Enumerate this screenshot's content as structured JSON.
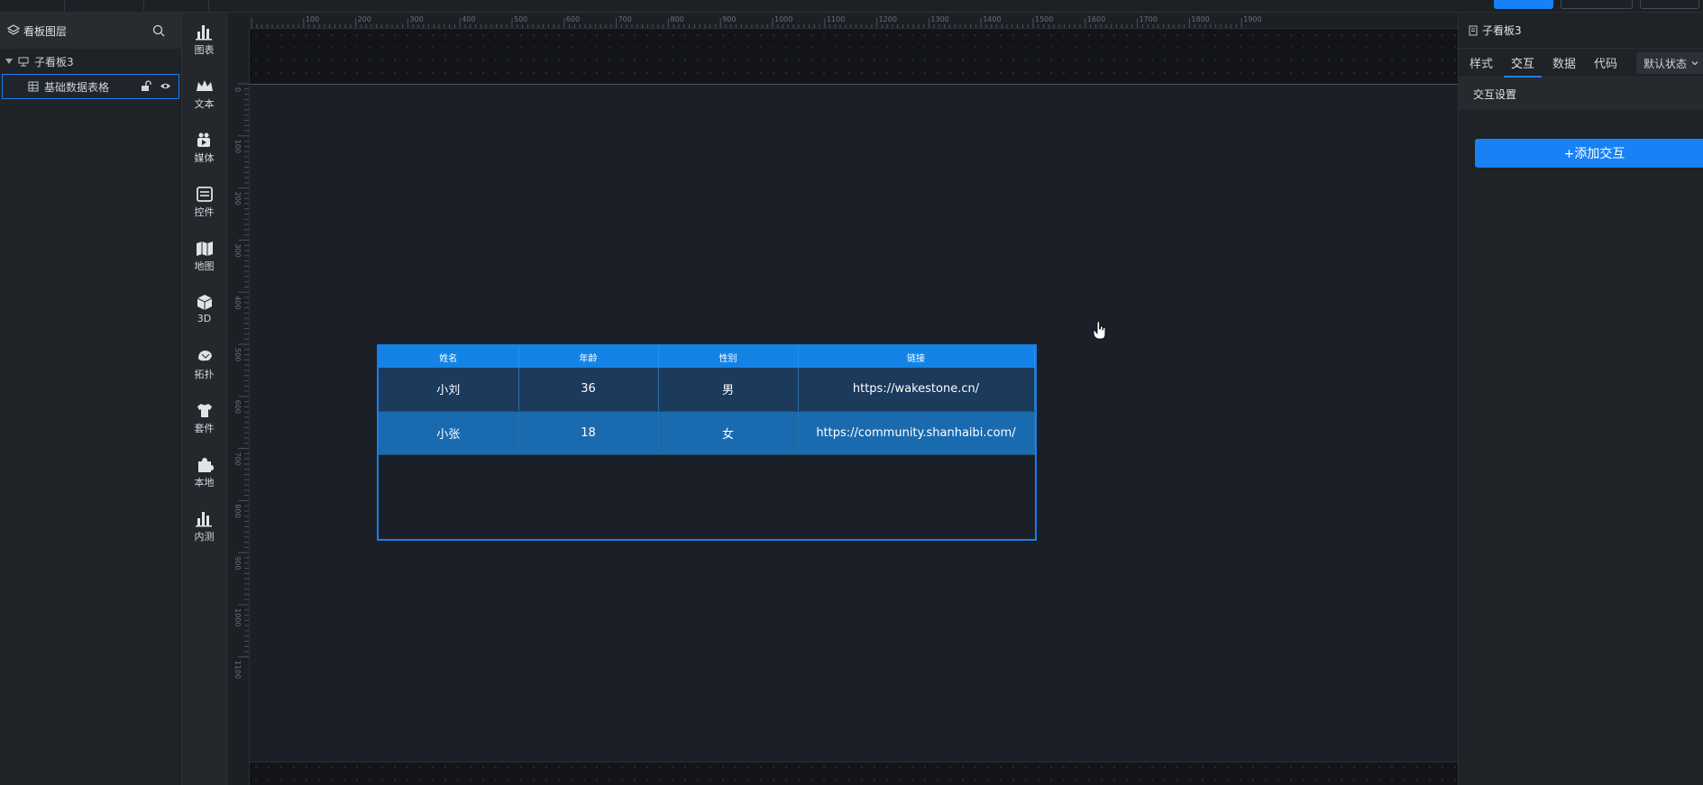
{
  "topbar": {
    "tabs": [
      "",
      "",
      ""
    ],
    "buttons": [
      "",
      "",
      ""
    ]
  },
  "layers_panel": {
    "title": "看板图层",
    "tree": [
      {
        "label": "子看板3",
        "expanded": true
      },
      {
        "label": "基础数据表格",
        "selected": true
      }
    ]
  },
  "toolbox": {
    "items": [
      {
        "label": "图表",
        "icon": "bar-chart-icon"
      },
      {
        "label": "文本",
        "icon": "crown-text-icon"
      },
      {
        "label": "媒体",
        "icon": "media-icon"
      },
      {
        "label": "控件",
        "icon": "control-icon"
      },
      {
        "label": "地图",
        "icon": "map-icon"
      },
      {
        "label": "3D",
        "icon": "cube-icon"
      },
      {
        "label": "拓扑",
        "icon": "topology-icon"
      },
      {
        "label": "套件",
        "icon": "shirt-icon"
      },
      {
        "label": "本地",
        "icon": "puzzle-icon"
      },
      {
        "label": "内测",
        "icon": "bar-chart-icon"
      }
    ]
  },
  "rulers": {
    "top_labels": [
      "100",
      "200",
      "300",
      "400",
      "500",
      "600",
      "700",
      "800",
      "900",
      "1000",
      "1100",
      "1200",
      "1300",
      "1400",
      "1500",
      "1600",
      "1700",
      "1800",
      "1900"
    ],
    "left_labels": [
      "0",
      "100",
      "200",
      "300",
      "400",
      "500",
      "600",
      "700",
      "800",
      "900",
      "1000",
      "1100"
    ]
  },
  "table": {
    "columns": [
      "姓名",
      "年龄",
      "性别",
      "链接"
    ],
    "rows": [
      [
        "小刘",
        "36",
        "男",
        "https://wakestone.cn/"
      ],
      [
        "小张",
        "18",
        "女",
        "https://community.shanhaibi.com/"
      ]
    ]
  },
  "props_panel": {
    "title": "子看板3",
    "tabs": [
      "样式",
      "交互",
      "数据",
      "代码"
    ],
    "active_tab": "交互",
    "state_select": "默认状态",
    "section_title": "交互设置",
    "add_button": "+添加交互"
  },
  "colors": {
    "accent": "#1781f5",
    "header_blue": "#1384e6",
    "row_dark": "#1b3a5c",
    "row_blue": "#1a6ab0"
  }
}
